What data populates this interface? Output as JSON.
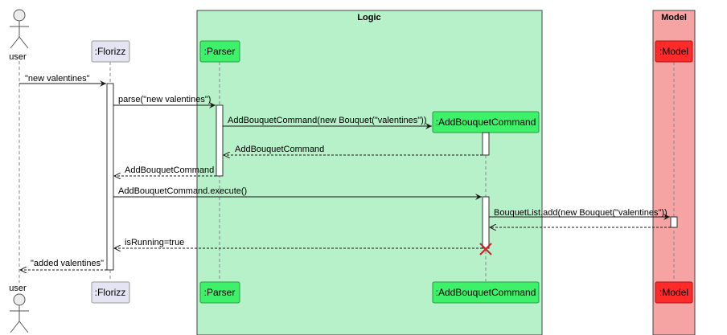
{
  "groups": {
    "logic": "Logic",
    "model": "Model"
  },
  "participants": {
    "user": "user",
    "florizz": ":Florizz",
    "parser": ":Parser",
    "command": ":AddBouquetCommand",
    "model": ":Model"
  },
  "messages": {
    "m1": "\"new valentines\"",
    "m2": "parse(\"new valentines\")",
    "m3": "AddBouquetCommand(new Bouquet(\"valentines\"))",
    "m4": "AddBouquetCommand",
    "m5": "AddBouquetCommand",
    "m6": "AddBouquetCommand.execute()",
    "m7": "BouquetList.add(new Bouquet(\"valentines\"))",
    "m8": "isRunning=true",
    "m9": "\"added valentines\""
  },
  "colors": {
    "logic_bg": "#b7f1c9",
    "model_bg": "#f5a3a3",
    "parser_box": "#3ef06a",
    "model_box": "#ff2a2a",
    "florizz_box": "#e4e4f2",
    "destroy": "#cc2222"
  }
}
